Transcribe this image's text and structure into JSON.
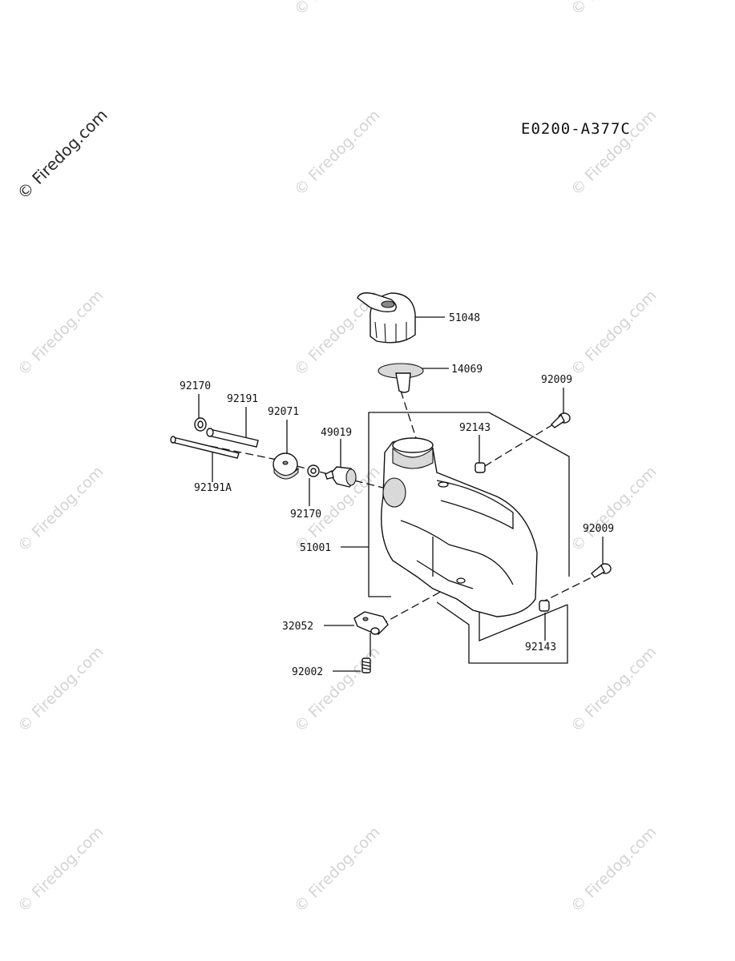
{
  "diagram_code": "E0200-A377C",
  "watermark": "© Firedog.com",
  "parts": {
    "cap": "51048",
    "filter": "14069",
    "bolt_top": "92009",
    "bushing_top": "92143",
    "bolt_right": "92009",
    "bushing_bottom": "92143",
    "ring_left": "92170",
    "hose": "92191",
    "grommet": "92071",
    "fuel_filter": "49019",
    "hose_a": "92191A",
    "ring_lower": "92170",
    "tank": "51001",
    "bracket": "32052",
    "screw": "92002"
  }
}
